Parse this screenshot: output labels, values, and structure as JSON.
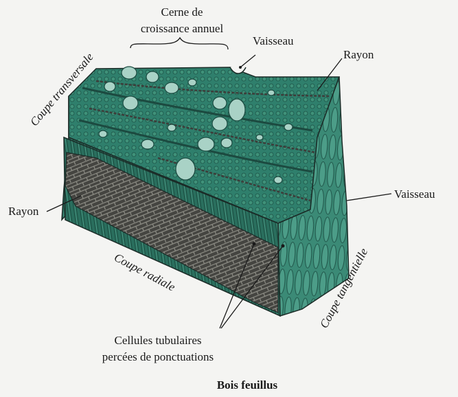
{
  "labels": {
    "annual_ring_line1": "Cerne de",
    "annual_ring_line2": "croissance annuel",
    "vessel_top": "Vaisseau",
    "ray_top": "Rayon",
    "transverse_section": "Coupe transversale",
    "ray_left": "Rayon",
    "vessel_right": "Vaisseau",
    "radial_section": "Coupe radiale",
    "tangential_section": "Coupe tangentielle",
    "tubular_cells_line1": "Cellules tubulaires",
    "tubular_cells_line2": "percées de ponctuations",
    "caption": "Bois feuillus"
  },
  "colors": {
    "wood_top": "#2f7f6c",
    "wood_front": "#2a6f5e",
    "wood_side": "#3b8a76",
    "vessel_fill": "#a9d2c6",
    "ray_band": "#4a4a46",
    "outline": "#1b2b27",
    "text": "#1a1a1a",
    "background": "#f4f4f2"
  }
}
